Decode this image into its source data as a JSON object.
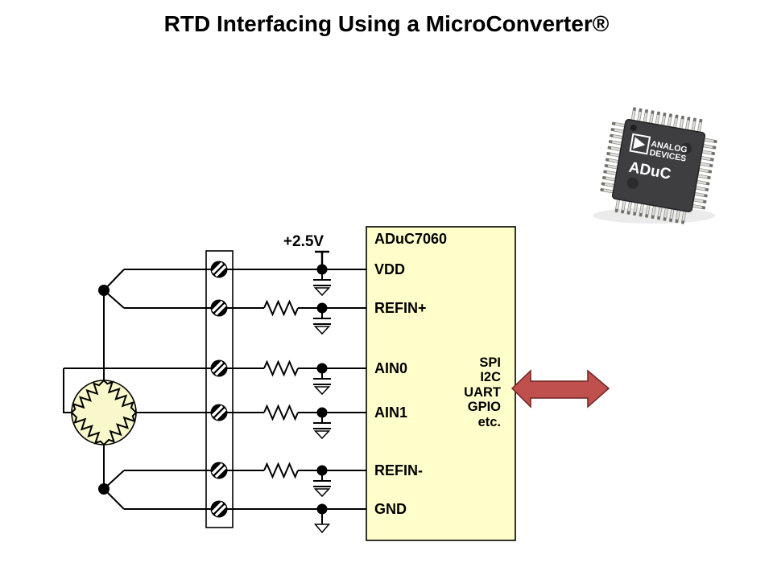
{
  "title": "RTD Interfacing Using a MicroConverter®",
  "supply": {
    "label": "+2.5V"
  },
  "mcu": {
    "name": "ADuC7060",
    "pins": [
      "VDD",
      "REFIN+",
      "AIN0",
      "AIN1",
      "REFIN-",
      "GND"
    ],
    "bus": [
      "SPI",
      "I2C",
      "UART",
      "GPIO",
      "etc."
    ]
  },
  "chip": {
    "brand1": "ANALOG",
    "brand2": "DEVICES",
    "part": "ADuC"
  },
  "colors": {
    "wire": "#000000",
    "block_fill": "#FFFFCC",
    "rtd_fill": "#F8F8CB",
    "arrow_fill": "#C0504D",
    "arrow_stroke": "#6E2423",
    "chip_body": "#3E3E40"
  }
}
